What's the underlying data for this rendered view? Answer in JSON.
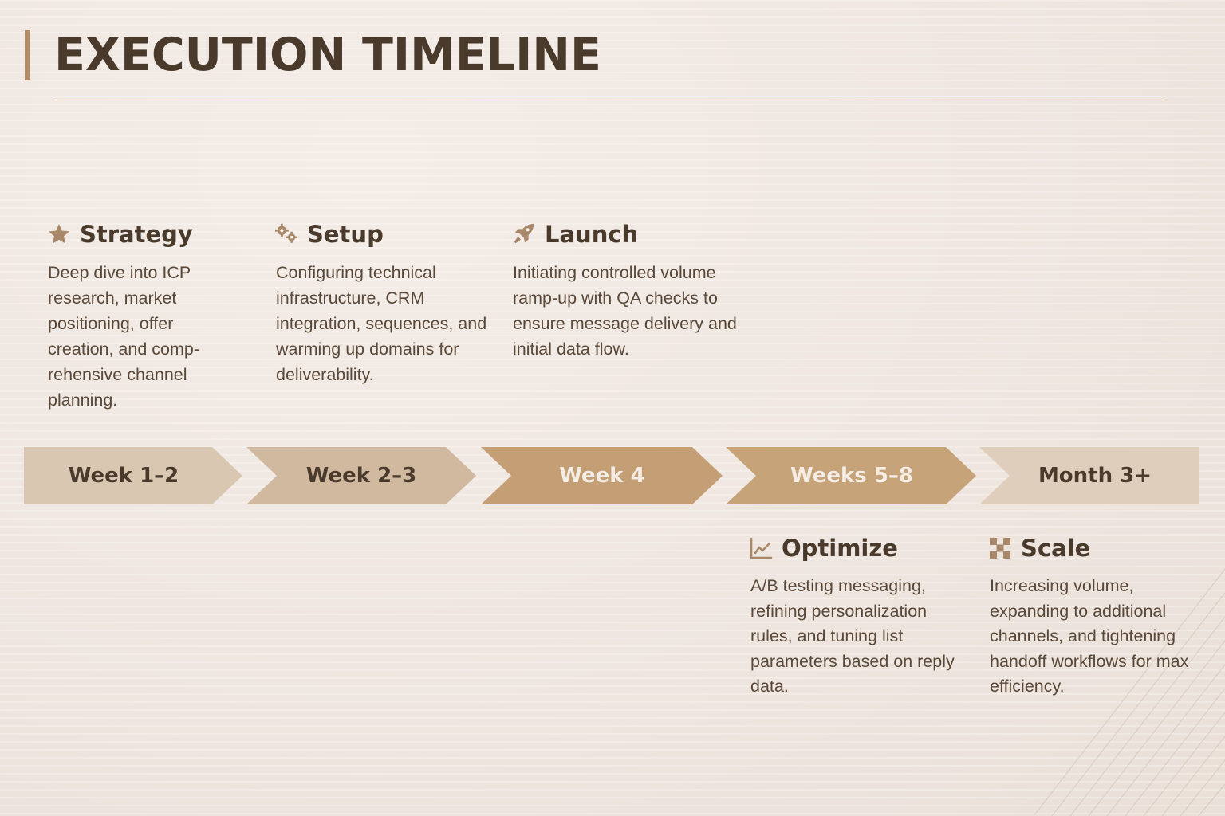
{
  "page": {
    "title": "EXECUTION TIMELINE"
  },
  "colors": {
    "background": "#f3ebe6",
    "accent": "#b08c68",
    "text": "#4a3a2c",
    "chevron_light": "#d9c5ae",
    "chevron_mid": "#c8ac8b",
    "chevron_dark": "#c09a6e",
    "chevron_pale": "#e2d2c1"
  },
  "timeline": [
    {
      "label": "Week 1–2"
    },
    {
      "label": "Week 2–3"
    },
    {
      "label": "Week 4"
    },
    {
      "label": "Weeks 5–8"
    },
    {
      "label": "Month 3+"
    }
  ],
  "phases": [
    {
      "icon": "star-icon",
      "title": "Strategy",
      "lines": [
        "Deep dive into ICP",
        "research, market",
        "positioning, offer",
        "creation, and comp-",
        "rehensive channel",
        "planning."
      ]
    },
    {
      "icon": "gears-icon",
      "title": "Setup",
      "lines": [
        "Configuring technical",
        "infrastructure, CRM",
        "integration, sequences, and",
        "warming up domains for",
        "deliverability."
      ]
    },
    {
      "icon": "rocket-icon",
      "title": "Launch",
      "lines": [
        "Initiating controlled volume",
        "ramp-up with QA checks to",
        "ensure message delivery and",
        "initial data flow."
      ]
    },
    {
      "icon": "line-chart-icon",
      "title": "Optimize",
      "lines": [
        "A/B testing messaging,",
        "refining personalization",
        "rules, and tuning list",
        "parameters based on reply",
        "data."
      ]
    },
    {
      "icon": "grid-icon",
      "title": "Scale",
      "lines": [
        "Increasing volume,",
        "expanding to additional",
        "channels, and tightening",
        "handoff workflows for max",
        "efficiency."
      ]
    }
  ]
}
